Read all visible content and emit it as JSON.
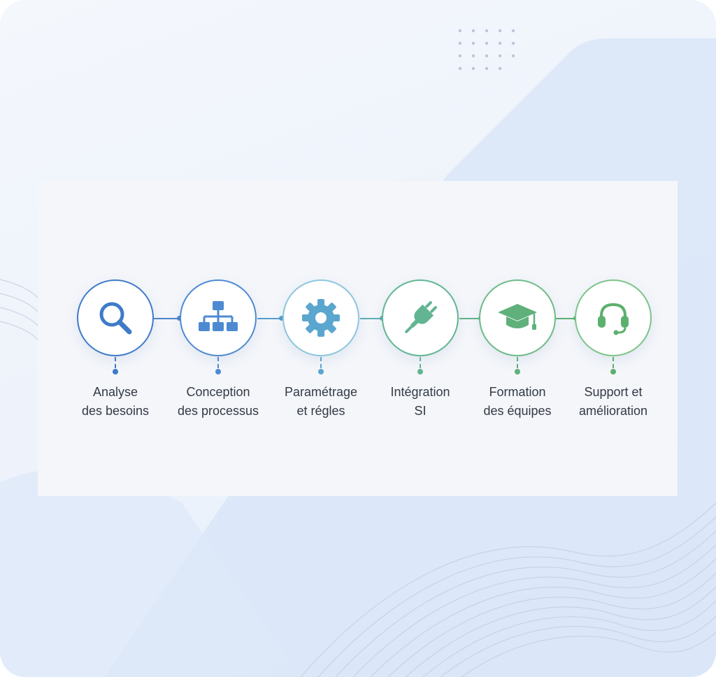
{
  "steps": [
    {
      "label_line1": "Analyse",
      "label_line2": "des besoins",
      "icon": "magnifier-icon",
      "color": "#3f7bc8"
    },
    {
      "label_line1": "Conception",
      "label_line2": "des processus",
      "icon": "hierarchy-icon",
      "color": "#4d8ad2"
    },
    {
      "label_line1": "Paramétrage",
      "label_line2": "et régles",
      "icon": "gear-icon",
      "color": "#5ba6cf"
    },
    {
      "label_line1": "Intégration",
      "label_line2": "SI",
      "icon": "plug-icon",
      "color": "#62b592"
    },
    {
      "label_line1": "Formation",
      "label_line2": "des équipes",
      "icon": "graduation-cap-icon",
      "color": "#5fb07a"
    },
    {
      "label_line1": "Support et",
      "label_line2": "amélioration",
      "icon": "headset-icon",
      "color": "#5cb06e"
    }
  ]
}
